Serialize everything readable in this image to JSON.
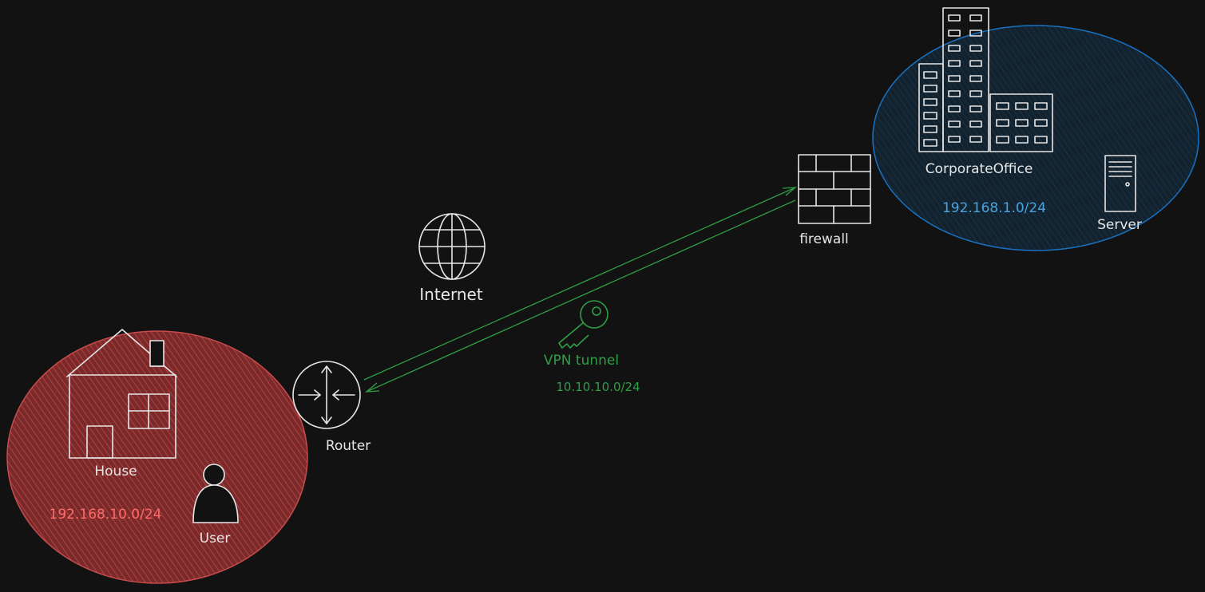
{
  "diagram": {
    "zones": {
      "home": {
        "ip": "192.168.10.0/24",
        "color": "#e03131"
      },
      "corporate": {
        "ip": "192.168.1.0/24",
        "color": "#1971c2"
      }
    },
    "nodes": {
      "house": {
        "label": "House",
        "icon": "house-icon"
      },
      "user": {
        "label": "User",
        "icon": "user-icon"
      },
      "router": {
        "label": "Router",
        "icon": "router-icon"
      },
      "internet": {
        "label": "Internet",
        "icon": "globe-icon"
      },
      "firewall": {
        "label": "firewall",
        "icon": "firewall-icon"
      },
      "corporate_office": {
        "label": "CorporateOffice",
        "icon": "office-building-icon"
      },
      "server": {
        "label": "Server",
        "icon": "server-icon"
      }
    },
    "tunnel": {
      "label": "VPN tunnel",
      "subnet": "10.10.10.0/24",
      "icon": "key-icon",
      "color": "#2f9e44"
    },
    "colors": {
      "background": "#121212",
      "foreground": "#e6e6e6",
      "tunnel": "#2f9e44",
      "home_ip_text": "#ff6b6b",
      "corp_ip_text": "#4aa3df"
    }
  }
}
